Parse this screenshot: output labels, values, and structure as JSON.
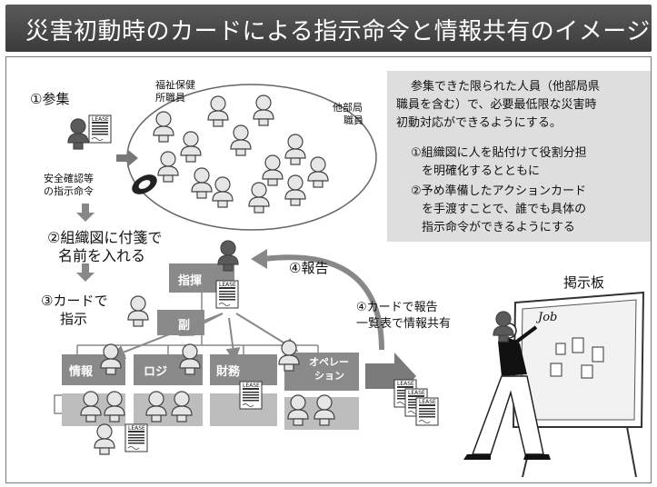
{
  "title": "災害初動時のカードによる指示命令と情報共有のイメージ",
  "steps": {
    "step1": "①参集",
    "step2_line1": "②組織図に付箋で",
    "step2_line2": "名前を入れる",
    "step3_line1": "③カードで",
    "step3_line2": "指示",
    "step4_report": "④報告",
    "step4b_line1": "④カードで報告",
    "step4b_line2": "一覧表で情報共有"
  },
  "labels": {
    "safety_line1": "安全確認等",
    "safety_line2": "の指示命令",
    "welfare_line1": "福祉保健",
    "welfare_line2": "所職員",
    "other_line1": "他部局",
    "other_line2": "職員",
    "board": "掲示板",
    "board_sign": "Job",
    "lease": "LEASE"
  },
  "info": {
    "line1": "参集できた限られた人員（他部局県",
    "line2": "職員を含む）で、必要最低限な災害時",
    "line3": "初動対応ができるようにする。",
    "line4": "①組織図に人を貼付けて役割分担",
    "line5": "を明確化するとともに",
    "line6": "②予め準備したアクションカード",
    "line7": "を手渡すことで、誰でも具体の",
    "line8": "指示命令ができるようにする"
  },
  "org": {
    "command": "指揮",
    "deputy": "副",
    "info": "情報",
    "logi": "ロジ",
    "finance": "財務",
    "ops_line1": "オペレー",
    "ops_line2": "ション"
  },
  "colors": {
    "title_bg": "#4a4a4a",
    "org_box": "#8a8a8a",
    "info_box": "#dedede",
    "person_dark": "#555555",
    "person_light": "#e6e6e6"
  }
}
